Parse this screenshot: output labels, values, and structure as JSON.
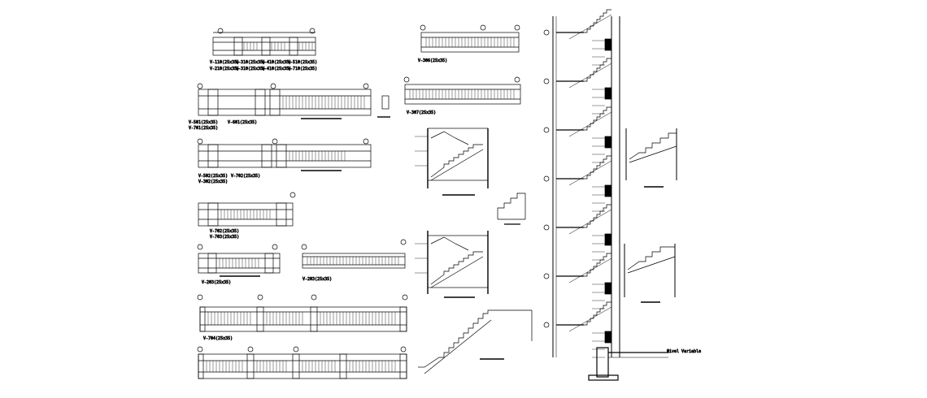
{
  "colors": {
    "background": "#ffffff",
    "ink": "#000000"
  },
  "beam_details": [
    {
      "labels": [
        "V-110(25x35)",
        "V-310(25x35)",
        "V-410(25x35)",
        "V-510(25x35)"
      ]
    },
    {
      "labels": [
        "V-210(25x35)",
        "V-310(25x35)",
        "V-410(25x35)",
        "V-710(25x35)"
      ]
    },
    {
      "labels": [
        "V-501(25x35)",
        "V-601(25x35)",
        "V-701(25x35)"
      ]
    },
    {
      "labels": [
        "V-502(25x35)",
        "V-702(25x35)"
      ]
    },
    {
      "labels": [
        "V-302(25x35)",
        "V-702(25x35)"
      ]
    },
    {
      "labels": [
        "V-703(25x35)"
      ]
    },
    {
      "labels": [
        "V-203(25x35)"
      ]
    },
    {
      "labels": [
        "V-704(25x35)"
      ]
    }
  ],
  "top_beam": {
    "label": "V-306(25x35)"
  },
  "second_beam": {
    "label": "V-307(25x35)"
  },
  "stair_sections": [
    {
      "caption": ""
    },
    {
      "caption": ""
    }
  ],
  "foundation": {
    "label": "Nivel Variable"
  }
}
